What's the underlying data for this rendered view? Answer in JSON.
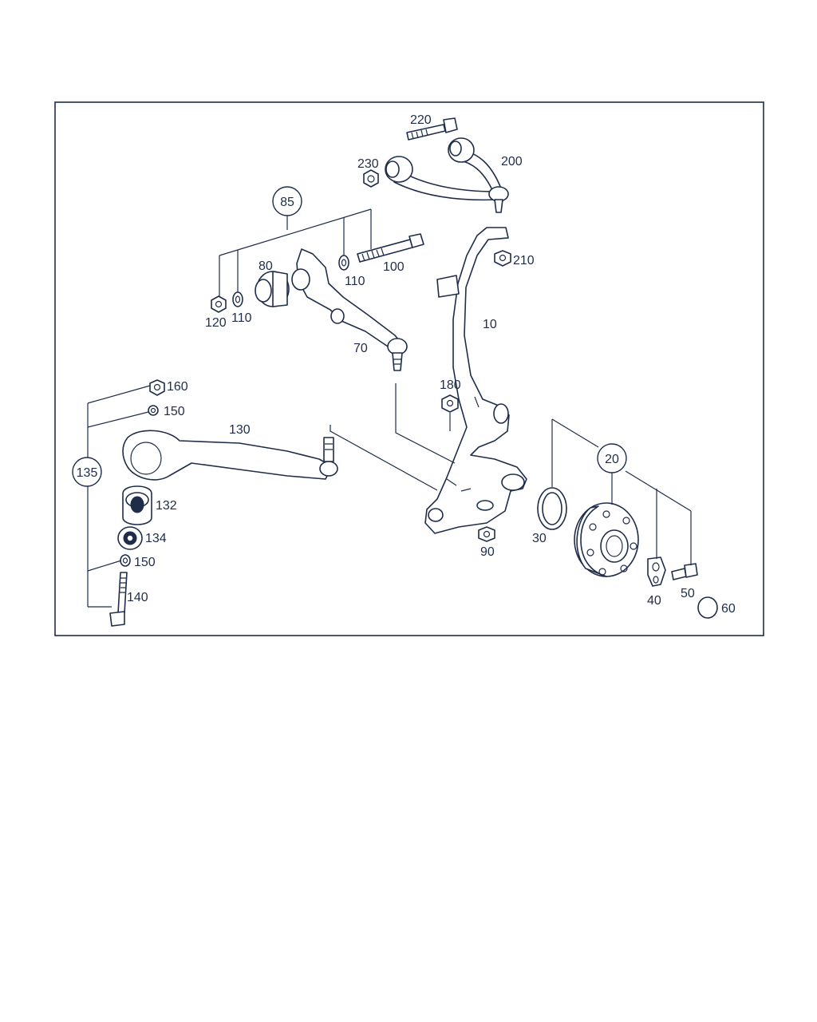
{
  "colors": {
    "ink": "#1f2d4a",
    "background": "#ffffff"
  },
  "callouts": {
    "p10": "10",
    "p20": "20",
    "p30": "30",
    "p40": "40",
    "p50": "50",
    "p60": "60",
    "p70": "70",
    "p80": "80",
    "p85": "85",
    "p90": "90",
    "p100": "100",
    "p110a": "110",
    "p110b": "110",
    "p120": "120",
    "p130": "130",
    "p132": "132",
    "p134": "134",
    "p135": "135",
    "p140": "140",
    "p150a": "150",
    "p150b": "150",
    "p160": "160",
    "p180": "180",
    "p200": "200",
    "p210": "210",
    "p220": "220",
    "p230": "230"
  }
}
